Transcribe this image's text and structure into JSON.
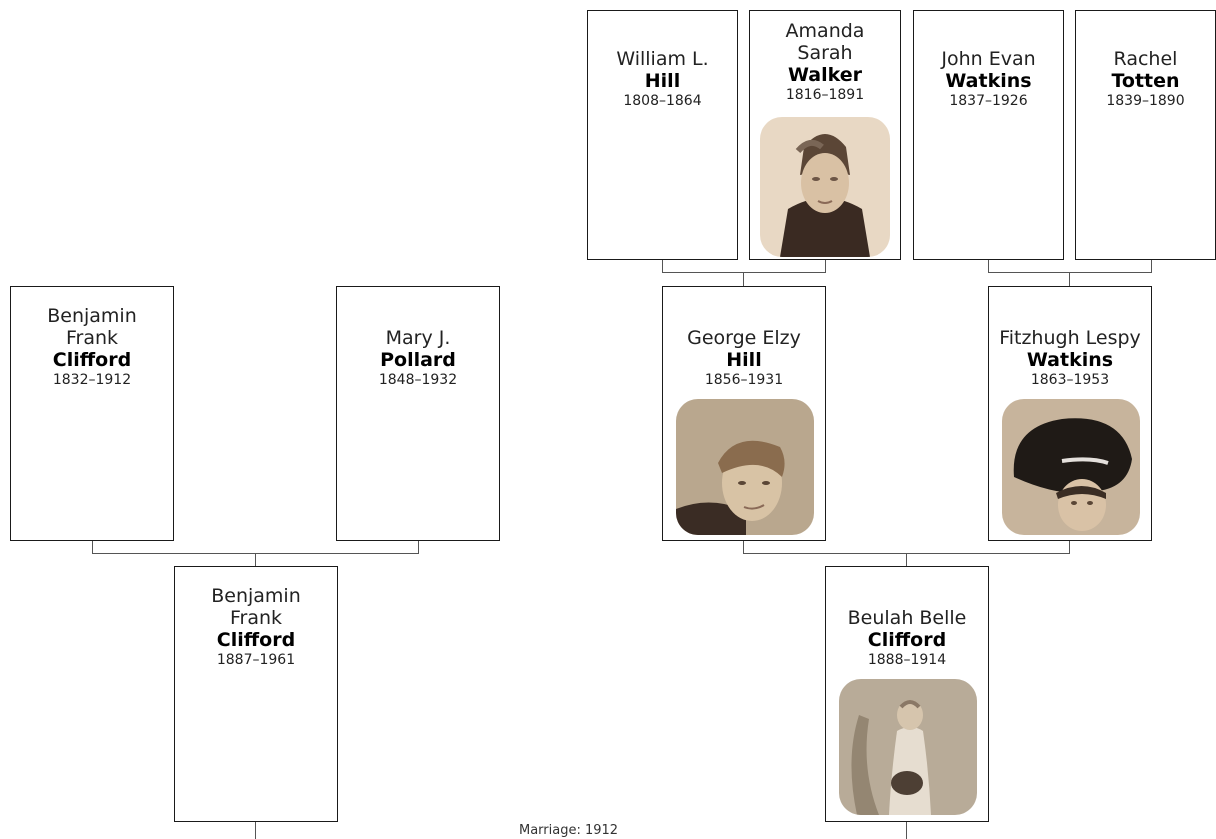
{
  "people": {
    "william": {
      "given": "William L.",
      "surname": "Hill",
      "years": "1808–1864"
    },
    "amanda": {
      "given": "Amanda Sarah",
      "surname": "Walker",
      "years": "1816–1891",
      "photo": "portrait-photo-elderly-woman"
    },
    "john": {
      "given": "John Evan",
      "surname": "Watkins",
      "years": "1837–1926"
    },
    "rachel": {
      "given": "Rachel",
      "surname": "Totten",
      "years": "1839–1890"
    },
    "benjamin_sr": {
      "given": "Benjamin Frank",
      "surname": "Clifford",
      "years": "1832–1912"
    },
    "mary": {
      "given": "Mary J.",
      "surname": "Pollard",
      "years": "1848–1932"
    },
    "george": {
      "given": "George Elzy",
      "surname": "Hill",
      "years": "1856–1931",
      "photo": "portrait-photo-young-man"
    },
    "fitzhugh": {
      "given": "Fitzhugh Lespy",
      "surname": "Watkins",
      "years": "1863–1953",
      "photo": "portrait-photo-woman-hat"
    },
    "benjamin_jr": {
      "given": "Benjamin Frank",
      "surname": "Clifford",
      "years": "1887–1961"
    },
    "beulah": {
      "given": "Beulah Belle",
      "surname": "Clifford",
      "years": "1888–1914",
      "photo": "portrait-photo-child"
    }
  },
  "marriage": {
    "label": "Marriage: 1912"
  },
  "colors": {
    "border": "#1a1a1a",
    "connector": "#555555",
    "background": "#ffffff"
  }
}
